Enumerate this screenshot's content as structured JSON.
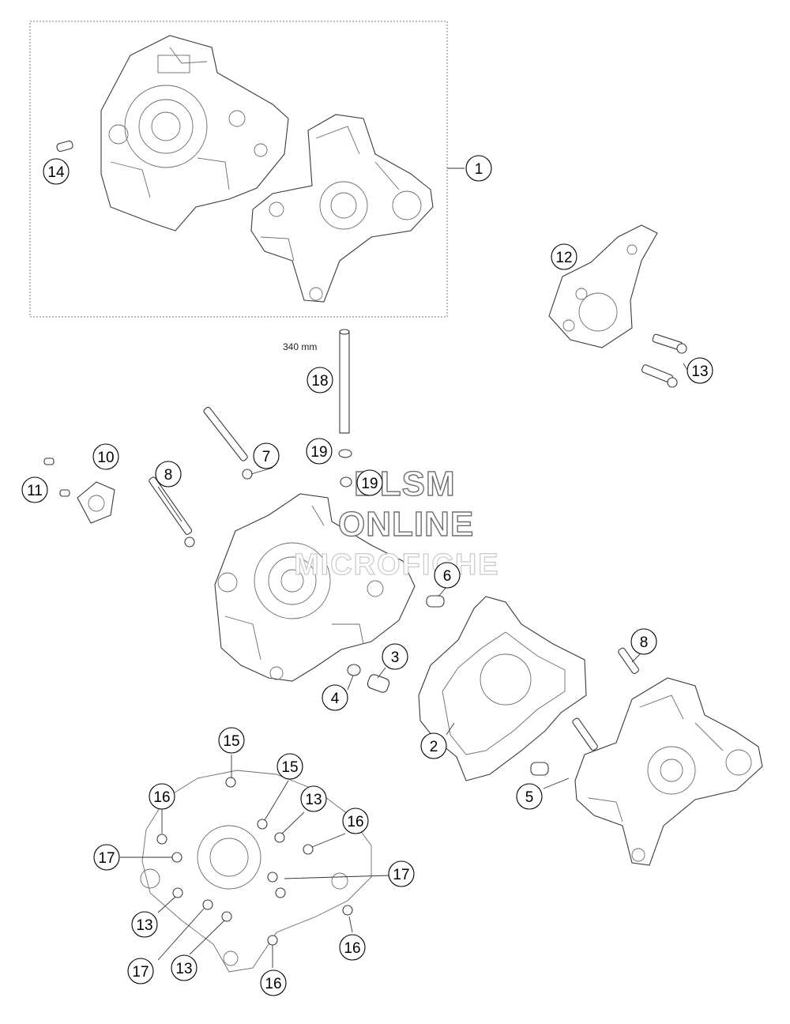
{
  "diagram": {
    "dimension_label": "340 mm",
    "callouts": [
      {
        "id": "c1",
        "number": "1"
      },
      {
        "id": "c14",
        "number": "14"
      },
      {
        "id": "c12",
        "number": "12"
      },
      {
        "id": "c13a",
        "number": "13"
      },
      {
        "id": "c18",
        "number": "18"
      },
      {
        "id": "c19a",
        "number": "19"
      },
      {
        "id": "c19b",
        "number": "19"
      },
      {
        "id": "c7",
        "number": "7"
      },
      {
        "id": "c10",
        "number": "10"
      },
      {
        "id": "c11",
        "number": "11"
      },
      {
        "id": "c8a",
        "number": "8"
      },
      {
        "id": "c6",
        "number": "6"
      },
      {
        "id": "c3",
        "number": "3"
      },
      {
        "id": "c4",
        "number": "4"
      },
      {
        "id": "c2",
        "number": "2"
      },
      {
        "id": "c8b",
        "number": "8"
      },
      {
        "id": "c5",
        "number": "5"
      },
      {
        "id": "c15a",
        "number": "15"
      },
      {
        "id": "c15b",
        "number": "15"
      },
      {
        "id": "c16a",
        "number": "16"
      },
      {
        "id": "c13b",
        "number": "13"
      },
      {
        "id": "c16b",
        "number": "16"
      },
      {
        "id": "c17a",
        "number": "17"
      },
      {
        "id": "c17b",
        "number": "17"
      },
      {
        "id": "c13c",
        "number": "13"
      },
      {
        "id": "c16c",
        "number": "16"
      },
      {
        "id": "c17c",
        "number": "17"
      },
      {
        "id": "c13d",
        "number": "13"
      },
      {
        "id": "c16d",
        "number": "16"
      }
    ]
  },
  "watermark": {
    "line1": "BLSM",
    "line2": "ONLINE",
    "line3": "MICROFICHE"
  }
}
